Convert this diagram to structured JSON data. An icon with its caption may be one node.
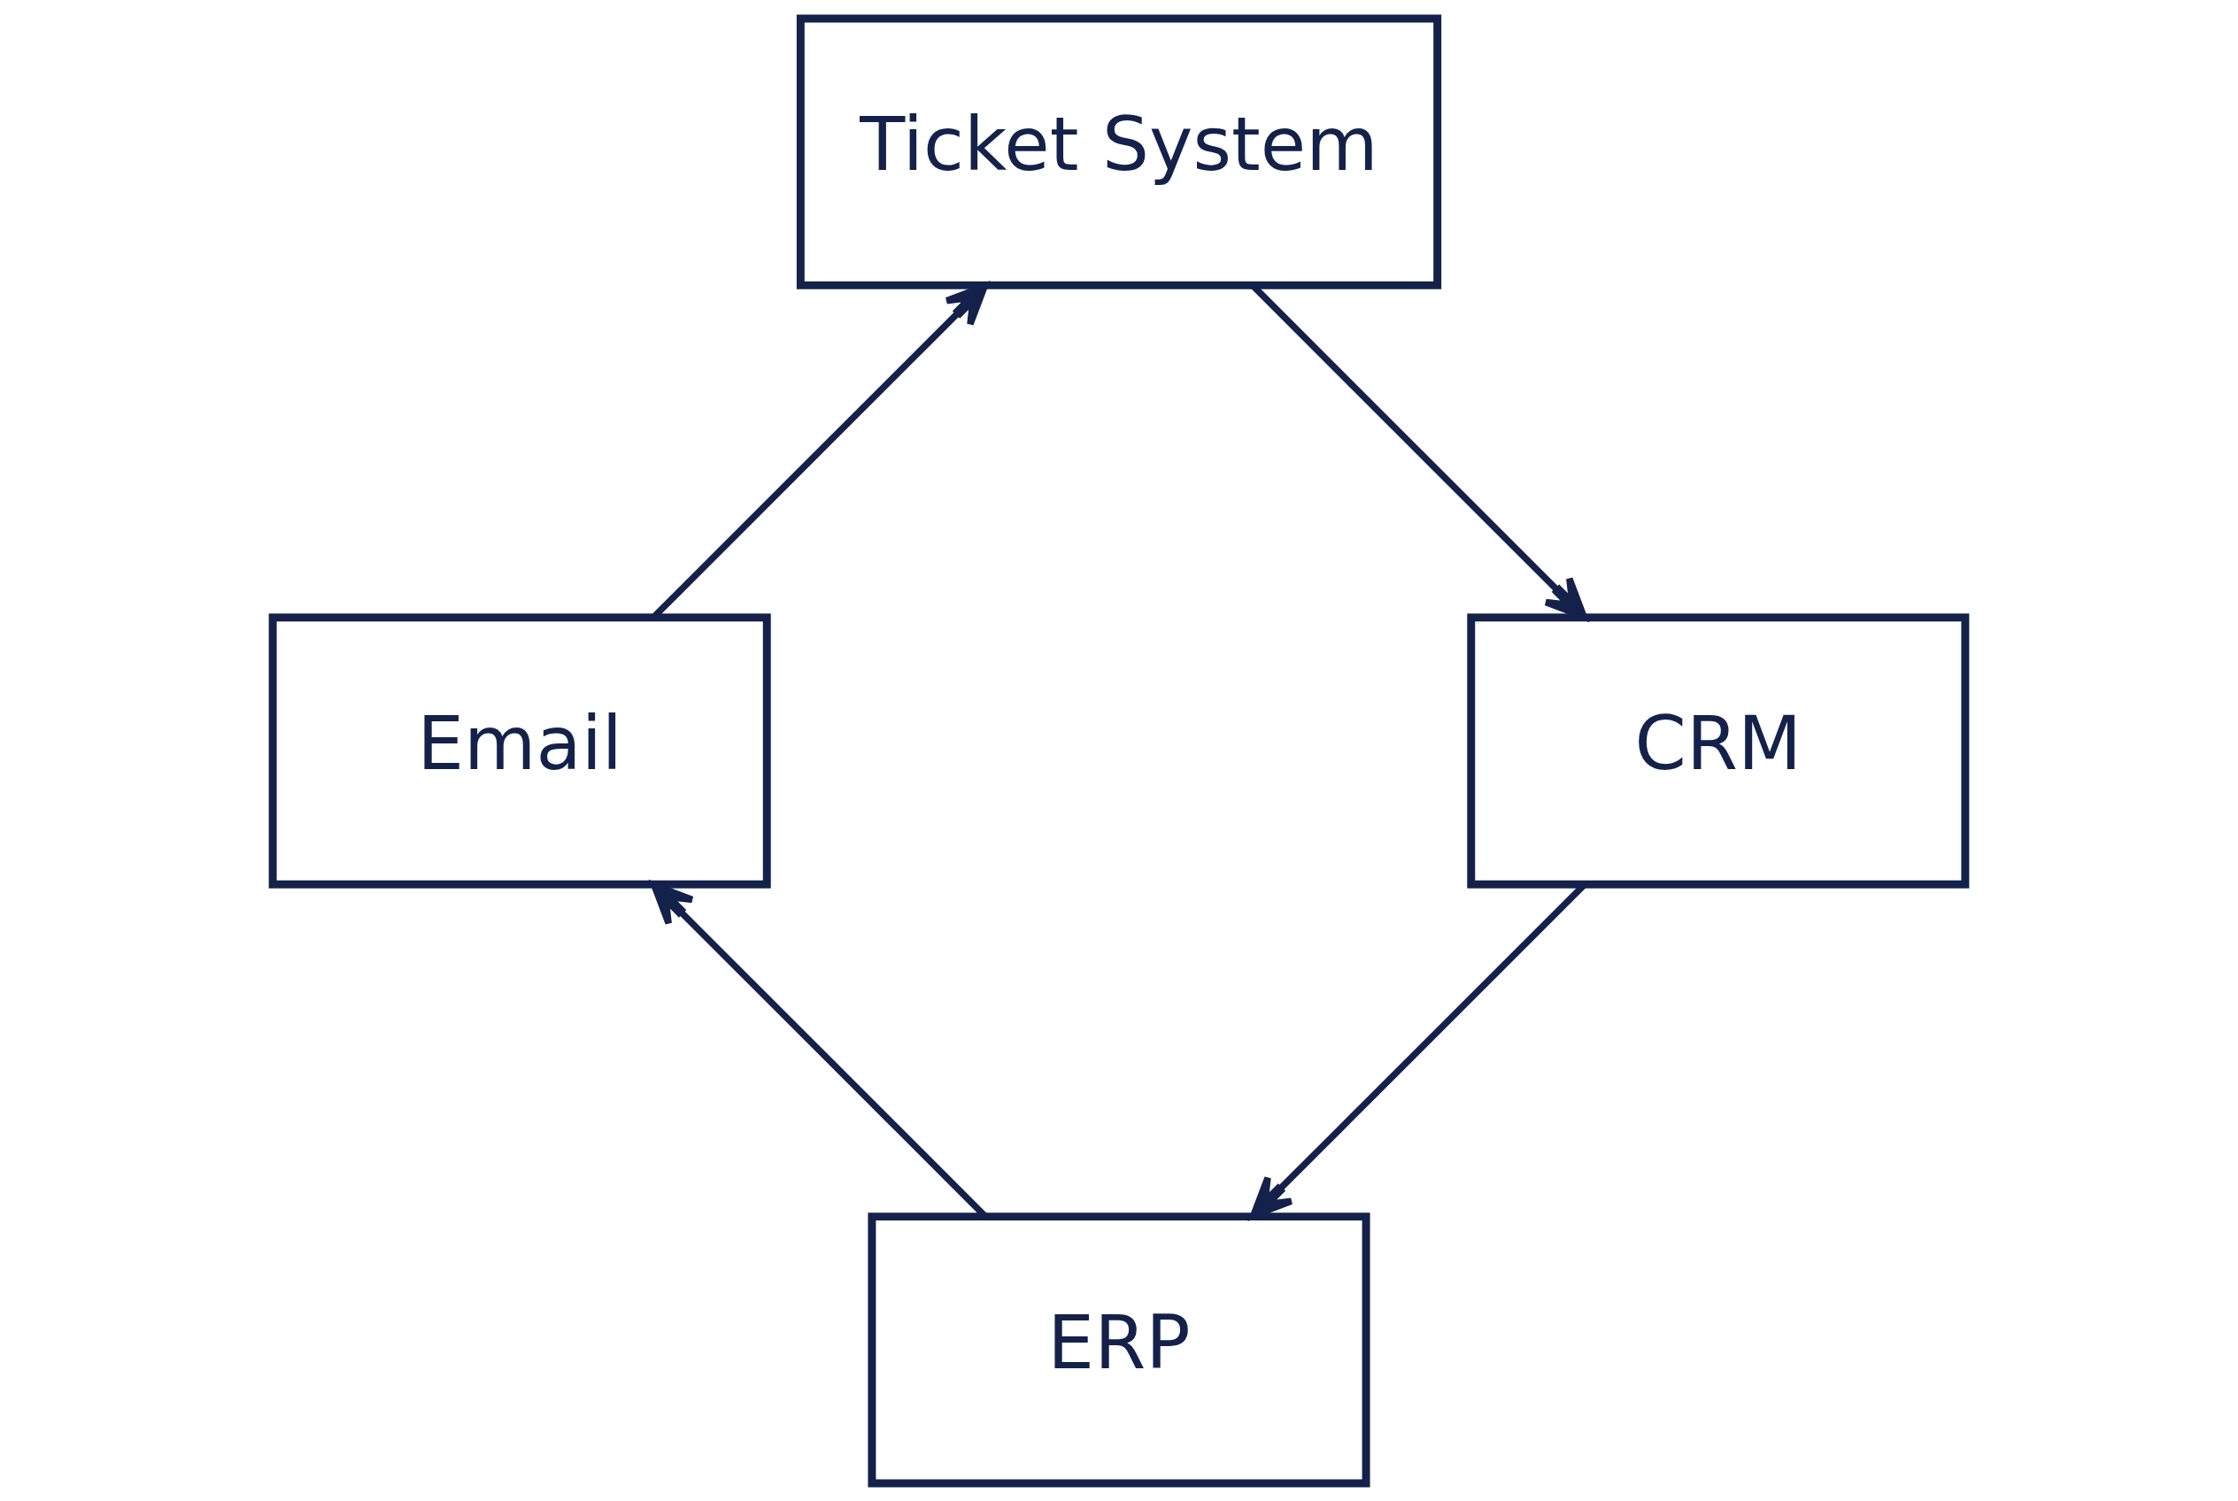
{
  "diagram": {
    "nodes": [
      {
        "text": [
          "ERP"
        ]
      },
      {
        "text": [
          "CRM"
        ]
      },
      {
        "text": [
          "Email"
        ]
      },
      {
        "text": [
          "Ticket System"
        ]
      }
    ],
    "edges": [
      {
        "from": 0,
        "to": 2,
        "arrow": "to"
      },
      {
        "from": 2,
        "to": 3,
        "arrow": "to"
      },
      {
        "from": 3,
        "to": 1,
        "arrow": "to"
      },
      {
        "from": 1,
        "to": 0,
        "arrow": "to"
      }
    ]
  }
}
